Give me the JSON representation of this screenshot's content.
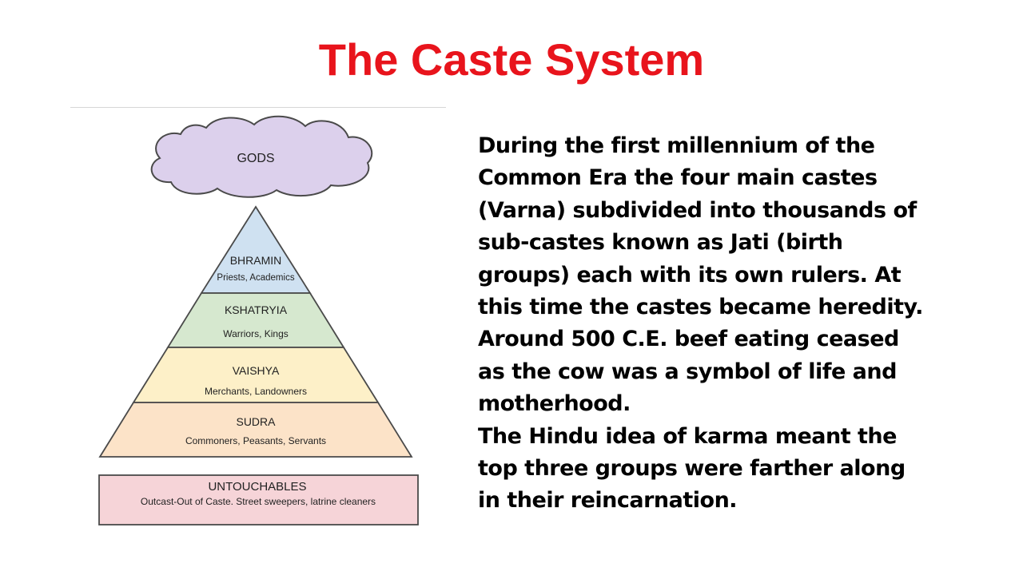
{
  "slide": {
    "title": "The Caste System"
  },
  "diagram": {
    "cloud_label": "GODS",
    "levels": [
      {
        "name": "BHRAMIN",
        "desc": "Priests, Academics",
        "color": "#cfe1f1"
      },
      {
        "name": "KSHATRYIA",
        "desc": "Warriors, Kings",
        "color": "#d6e8cf"
      },
      {
        "name": "VAISHYA",
        "desc": "Merchants, Landowners",
        "color": "#fdf0c8"
      },
      {
        "name": "SUDRA",
        "desc": "Commoners, Peasants, Servants",
        "color": "#fce3c8"
      }
    ],
    "outcast": {
      "name": "UNTOUCHABLES",
      "desc": "Outcast-Out of Caste. Street sweepers, latrine cleaners",
      "color": "#f6d4d8"
    },
    "colors": {
      "cloud": "#dcd0ec",
      "outline": "#4a4a4a"
    }
  },
  "body": {
    "lines": [
      "During the first millennium of the",
      "Common Era the four main castes",
      "(Varna) subdivided into thousands of",
      "sub-castes known as Jati (birth",
      "groups) each with its own rulers. At",
      "this time the castes became heredity.",
      "Around 500 C.E. beef eating ceased",
      "as the cow was a symbol of life and",
      "motherhood.",
      "The Hindu idea of karma meant the",
      "top three groups were farther along",
      "in their reincarnation."
    ]
  },
  "colors": {
    "title": "#e8141c",
    "text": "#000000"
  }
}
